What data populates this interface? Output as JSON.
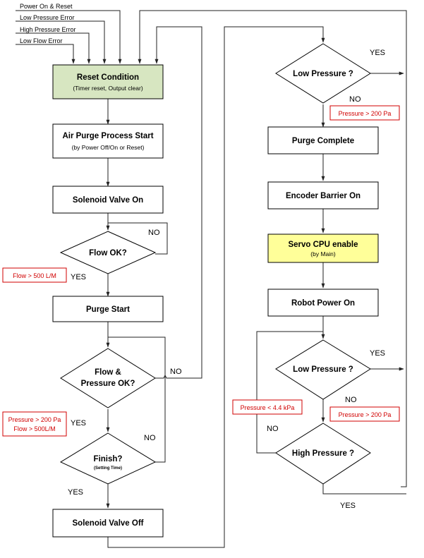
{
  "inputs": {
    "power_on_reset": "Power On & Reset",
    "low_pressure_error": "Low Pressure Error",
    "high_pressure_error": "High  Pressure Error",
    "low_flow_error": "Low Flow Error"
  },
  "left": {
    "reset": {
      "title": "Reset Condition",
      "sub": "(Timer reset, Output clear)",
      "color": "#d7e6c1"
    },
    "air_purge": {
      "title": "Air Purge Process Start",
      "sub": "(by Power Off/On or Reset)"
    },
    "solenoid_on": "Solenoid Valve On",
    "flow_ok": "Flow OK?",
    "flow_cond": "Flow > 500 L/M",
    "purge_start": "Purge Start",
    "flow_pressure_1": "Flow  &",
    "flow_pressure_2": "Pressure OK?",
    "pressure_cond": "Pressure > 200 Pa",
    "flow_cond2": "Flow > 500L/M",
    "finish": "Finish?",
    "setting_time": "(Setting Time)",
    "solenoid_off": "Solenoid Valve Off"
  },
  "right": {
    "low_pressure_1": "Low Pressure ?",
    "pressure_cond_1": "Pressure > 200 Pa",
    "purge_complete": "Purge Complete",
    "encoder_on": "Encoder Barrier On",
    "servo": {
      "title": "Servo CPU enable",
      "sub": "(by Main)",
      "color": "#ffff99"
    },
    "robot_on": "Robot Power On",
    "low_pressure_2": "Low Pressure ?",
    "pressure_cond_2": "Pressure > 200 Pa",
    "high_pressure": "High Pressure ?",
    "pressure_cond_3": "Pressure < 4.4 kPa"
  },
  "labels": {
    "yes": "YES",
    "no": "NO"
  },
  "colors": {
    "red": "#d00000"
  }
}
